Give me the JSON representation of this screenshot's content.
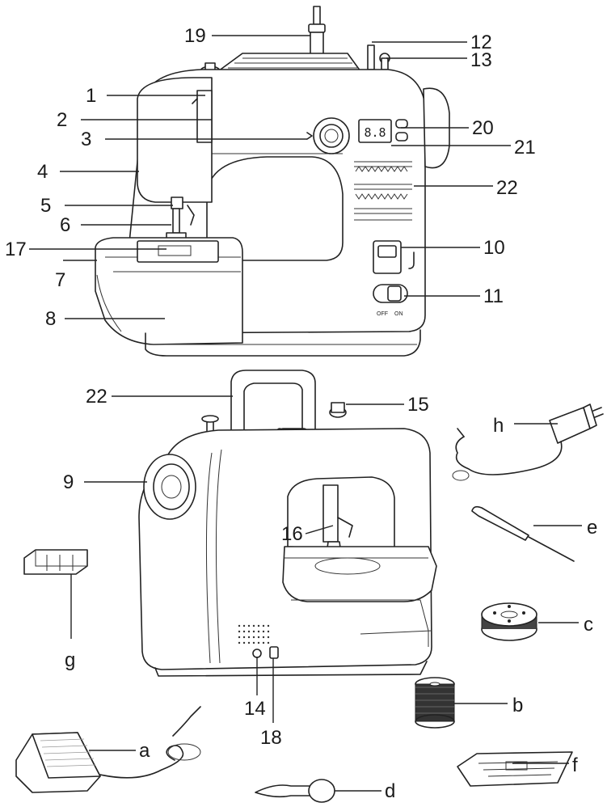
{
  "labels": {
    "n1": "1",
    "n2": "2",
    "n3": "3",
    "n4": "4",
    "n5": "5",
    "n6": "6",
    "n7": "7",
    "n8": "8",
    "n9": "9",
    "n10": "10",
    "n11": "11",
    "n12": "12",
    "n13": "13",
    "n14": "14",
    "n15": "15",
    "n16": "16",
    "n17": "17",
    "n18": "18",
    "n19": "19",
    "n20": "20",
    "n21": "21",
    "n22_front": "22",
    "n22_back": "22",
    "a": "a",
    "b": "b",
    "c": "c",
    "d": "d",
    "e": "e",
    "f": "f",
    "g": "g",
    "h": "h"
  },
  "machine": {
    "display_digits": "8.8",
    "switch_off": "OFF",
    "switch_on": "ON"
  }
}
